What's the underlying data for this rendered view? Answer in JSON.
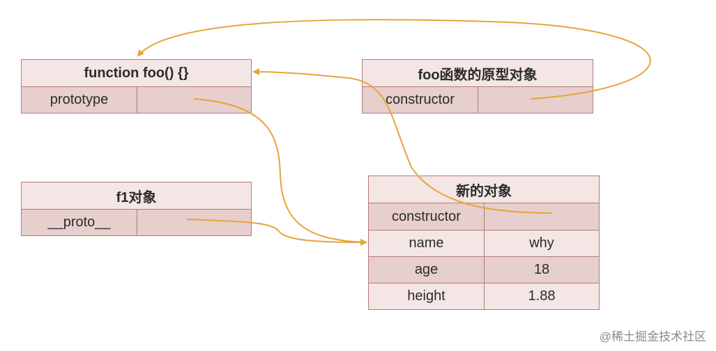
{
  "foo_function": {
    "title": "function foo() {}",
    "row_label": "prototype",
    "row_value": ""
  },
  "foo_prototype": {
    "title": "foo函数的原型对象",
    "row_label": "constructor",
    "row_value": ""
  },
  "f1_object": {
    "title": "f1对象",
    "row_label": "__proto__",
    "row_value": ""
  },
  "new_object": {
    "title": "新的对象",
    "rows": [
      {
        "key": "constructor",
        "value": ""
      },
      {
        "key": "name",
        "value": "why"
      },
      {
        "key": "age",
        "value": "18"
      },
      {
        "key": "height",
        "value": "1.88"
      }
    ]
  },
  "colors": {
    "arrow": "#e8a33a",
    "border": "#b47b78",
    "cell_dark": "#e6cfcc",
    "cell_light": "#f3e6e5"
  },
  "watermark": "@稀土掘金技术社区"
}
